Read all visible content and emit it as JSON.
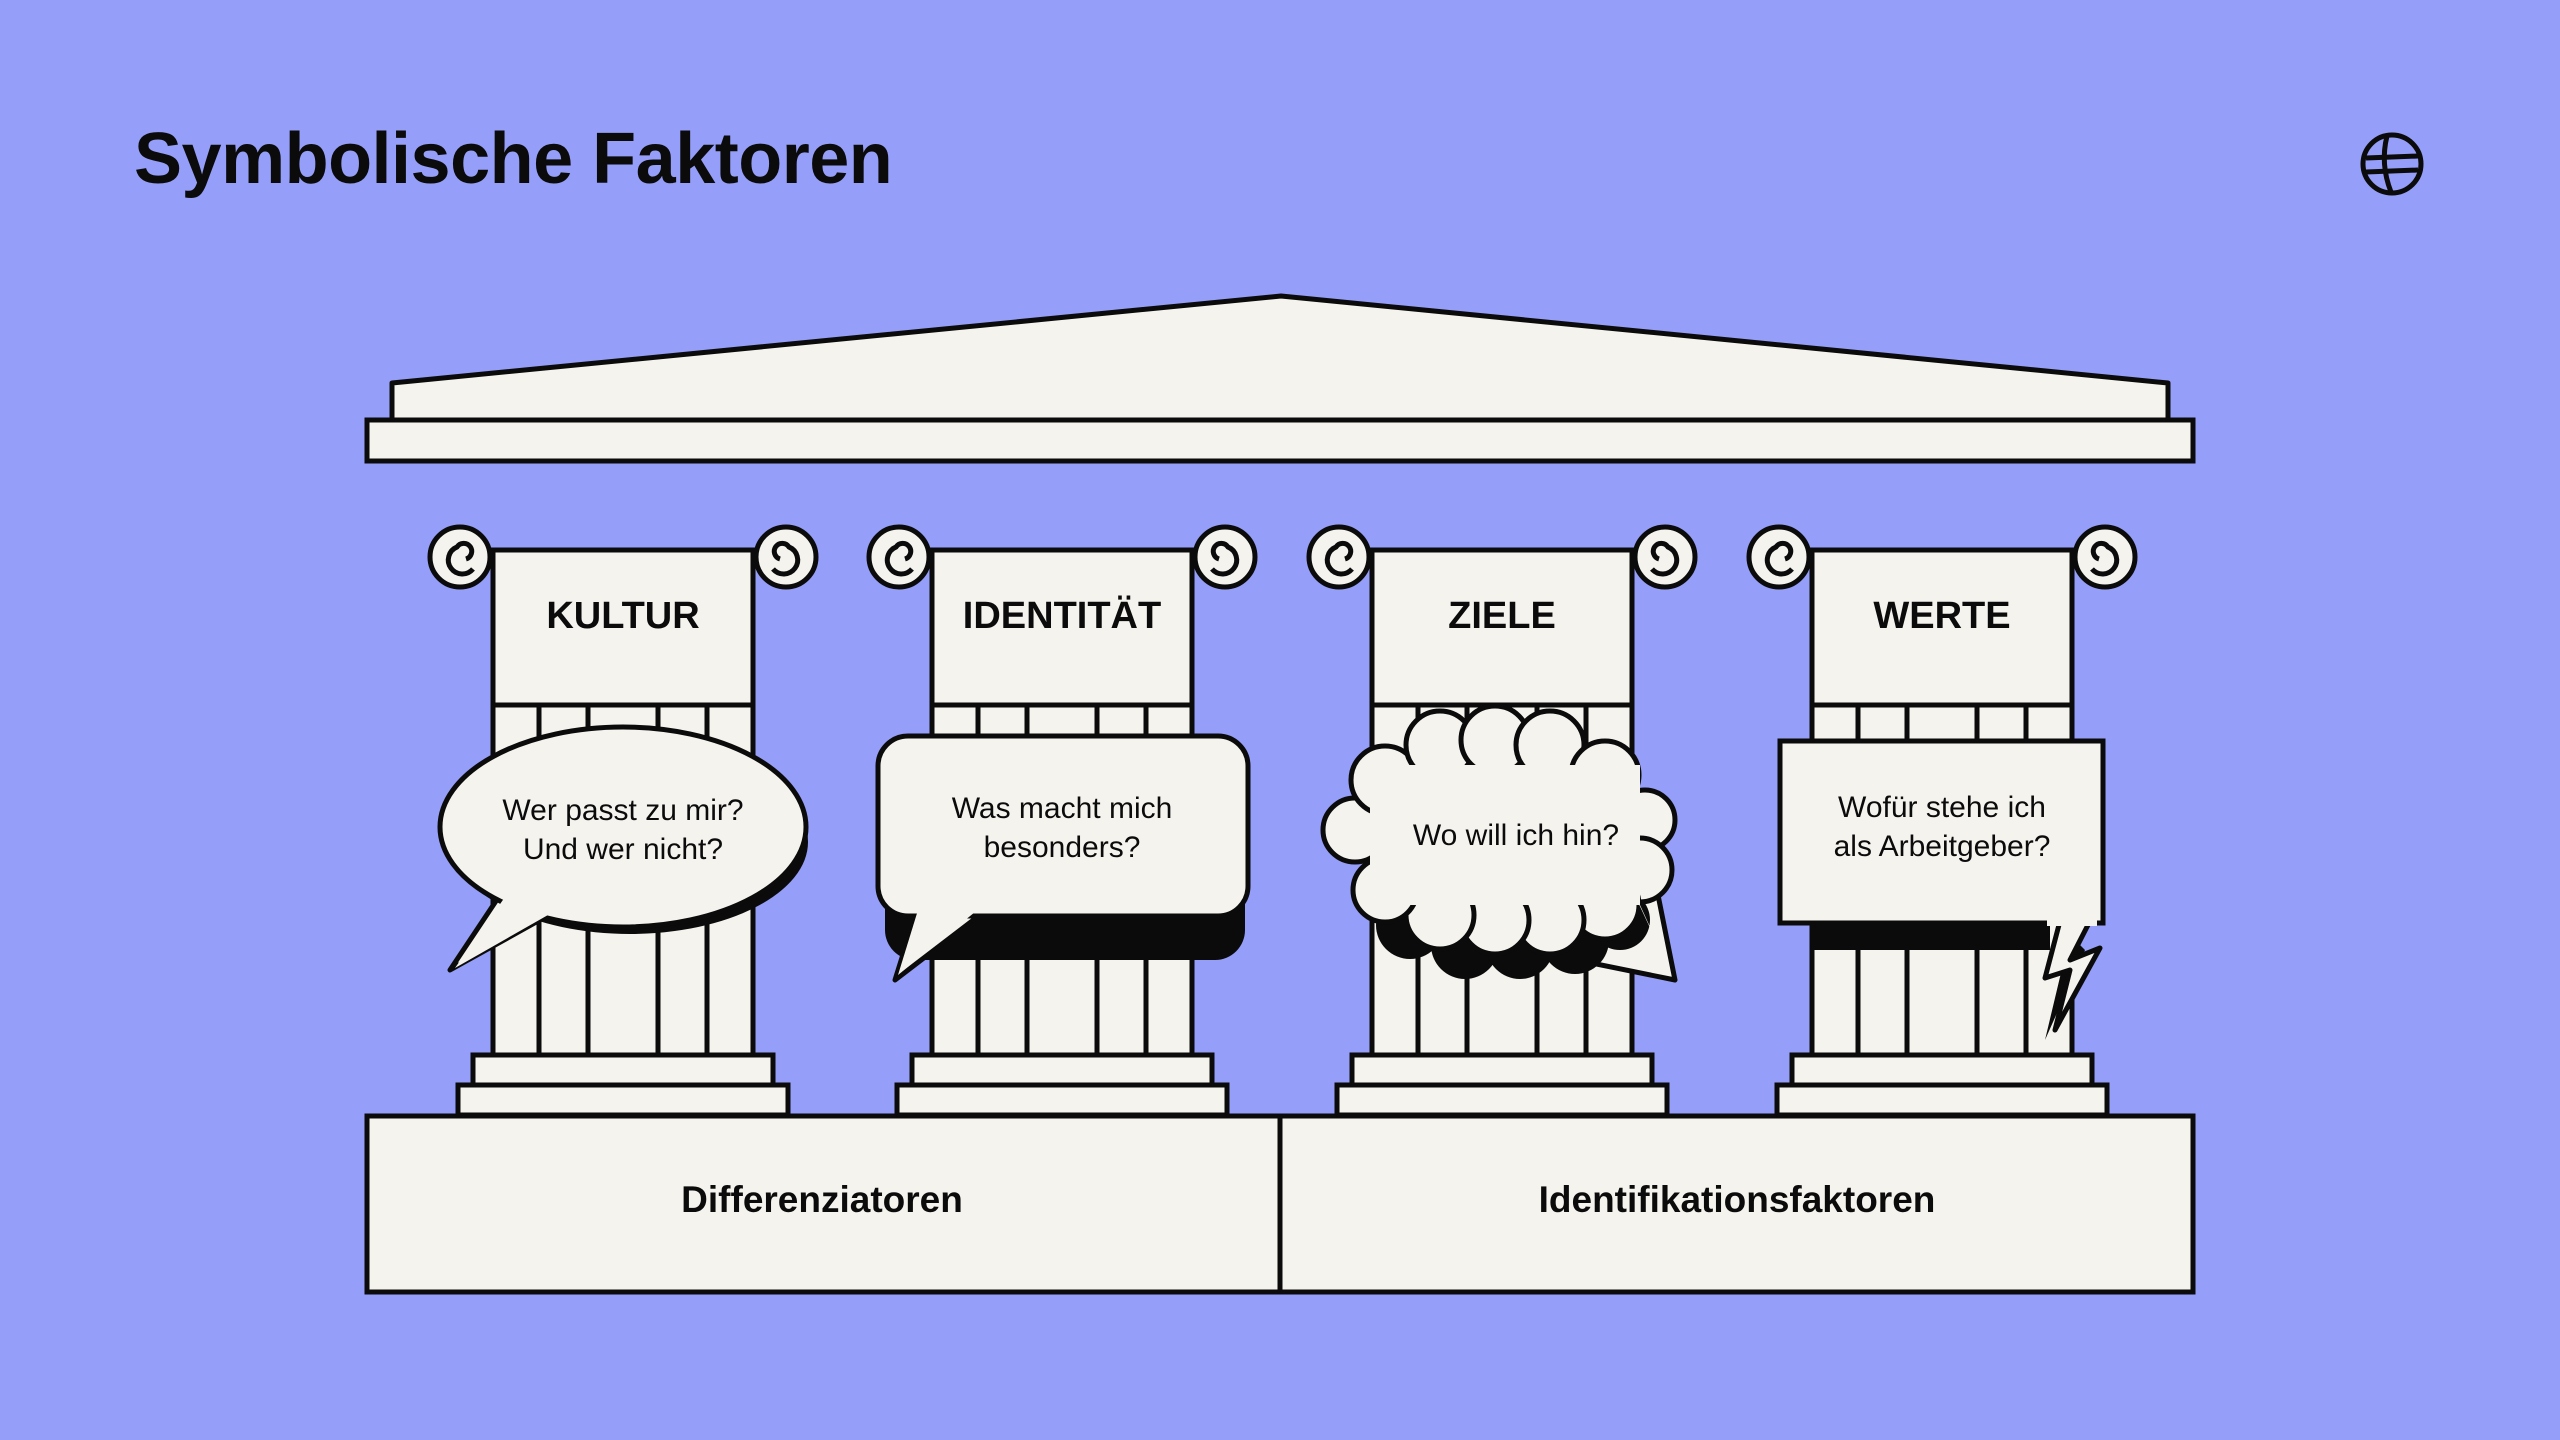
{
  "title": "Symbolische Faktoren",
  "logo": {
    "icon": "globe-icon"
  },
  "colors": {
    "background": "#959ef8",
    "fill": "#f5f3ee",
    "stroke": "#0b0b0b"
  },
  "columns": [
    {
      "heading": "KULTUR",
      "bubble_line1": "Wer passt zu mir?",
      "bubble_line2": "Und wer nicht?",
      "bubble_type": "speech-oval"
    },
    {
      "heading": "IDENTITÄT",
      "bubble_line1": "Was macht mich",
      "bubble_line2": "besonders?",
      "bubble_type": "speech-rounded"
    },
    {
      "heading": "ZIELE",
      "bubble_line1": "Wo will ich hin?",
      "bubble_line2": "",
      "bubble_type": "thought-cloud"
    },
    {
      "heading": "WERTE",
      "bubble_line1": "Wofür stehe ich",
      "bubble_line2": "als Arbeitgeber?",
      "bubble_type": "shout-box"
    }
  ],
  "foundation": {
    "left": "Differenziatoren",
    "right": "Identifikationsfaktoren"
  }
}
